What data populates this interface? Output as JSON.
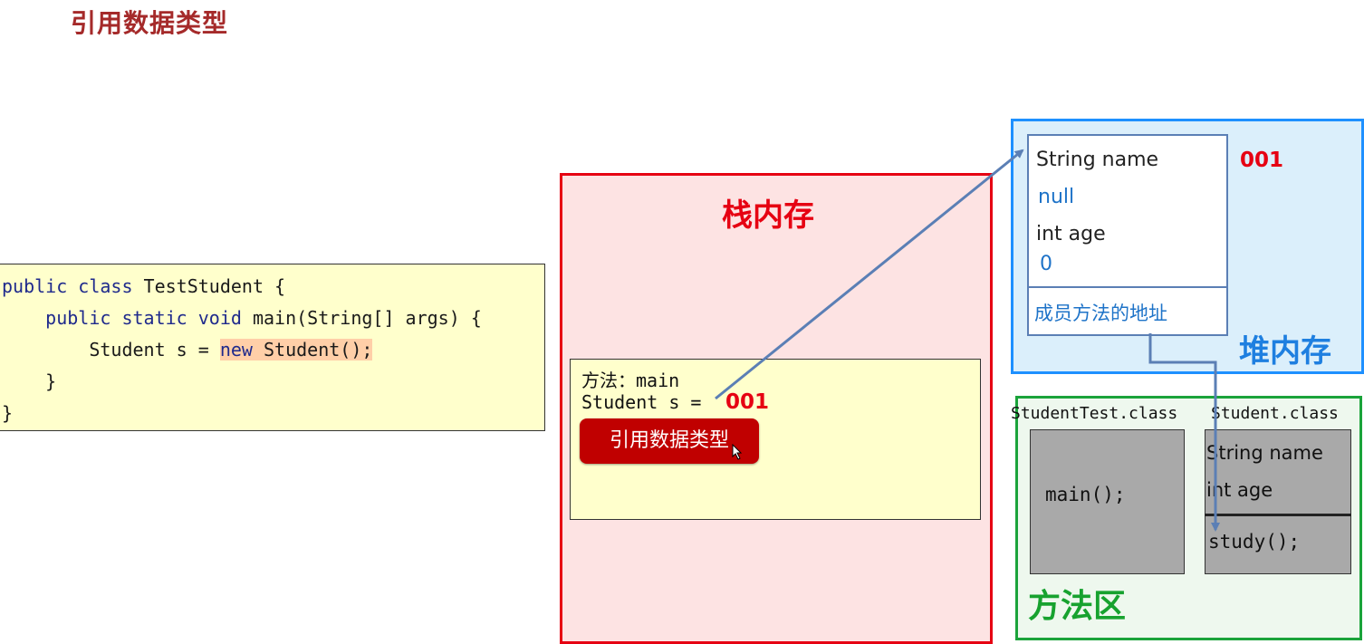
{
  "page": {
    "title": "引用数据类型"
  },
  "code": {
    "lines": [
      [
        "public class TestStudent {"
      ],
      [
        "    public static void main(String[] args) {"
      ],
      [
        "        Student s = ",
        "new Student();"
      ],
      [
        "    }"
      ],
      [
        "}"
      ]
    ]
  },
  "stack": {
    "title": "栈内存",
    "frame": {
      "method_label": "方法：main",
      "var_label": "Student s = ",
      "var_value": "001",
      "badge": "引用数据类型"
    }
  },
  "heap": {
    "title": "堆内存",
    "address": "001",
    "object": {
      "fields": [
        {
          "label": "String name",
          "value": "null"
        },
        {
          "label": "int age",
          "value": "0"
        }
      ],
      "method_address_label": "成员方法的地址"
    }
  },
  "method_area": {
    "title": "方法区",
    "classes": [
      {
        "name": "StudentTest.class",
        "members": [
          "main();"
        ]
      },
      {
        "name": "Student.class",
        "fields": [
          "String name",
          "int age"
        ],
        "methods": [
          "study();"
        ]
      }
    ]
  },
  "colors": {
    "stack_border": "#e60012",
    "heap_border": "#1e90ff",
    "method_border": "#1aa33a",
    "arrow": "#5b7fb5"
  }
}
